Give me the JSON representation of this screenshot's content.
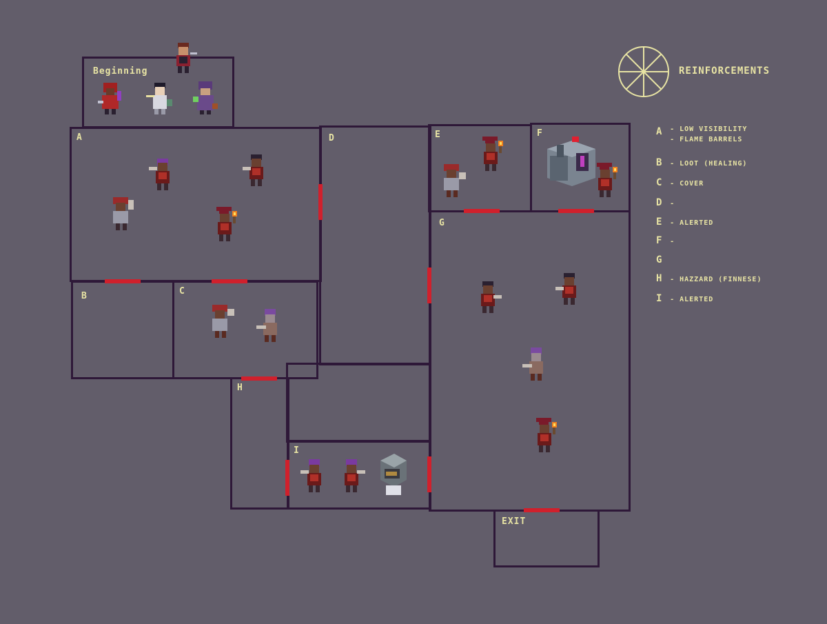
{
  "map": {
    "rooms": {
      "beginning": "Beginning",
      "a": "A",
      "b": "B",
      "c": "C",
      "d": "D",
      "e": "E",
      "f": "F",
      "g": "G",
      "h": "H",
      "i": "I",
      "exit": "EXIT"
    }
  },
  "reinforcements": {
    "title": "REINFORCEMENTS",
    "clock_segments": 8,
    "clock_filled": 0
  },
  "legend": [
    {
      "letter": "A",
      "text": "- LOW VISIBILITY",
      "text2": "- FLAME BARRELS"
    },
    {
      "letter": "B",
      "text": "- LOOT (HEALING)"
    },
    {
      "letter": "C",
      "text": "- COVER"
    },
    {
      "letter": "D",
      "text": "-"
    },
    {
      "letter": "E",
      "text": "- ALERTED"
    },
    {
      "letter": "F",
      "text": "-"
    },
    {
      "letter": "G",
      "text": ""
    },
    {
      "letter": "H",
      "text": "- HAZZARD (FINNESE)"
    },
    {
      "letter": "I",
      "text": "- ALERTED"
    }
  ],
  "colors": {
    "background": "#625d6a",
    "wall": "#2e1838",
    "door": "#d0202c",
    "text": "#e8e4a4"
  },
  "icons": {
    "hero": "hero-sprite-icon",
    "thug_club": "thug-club-sprite-icon",
    "thug_torch": "thug-torch-sprite-icon",
    "machine": "machine-icon",
    "terminal": "computer-terminal-icon",
    "clock": "reinforcement-clock-icon"
  }
}
